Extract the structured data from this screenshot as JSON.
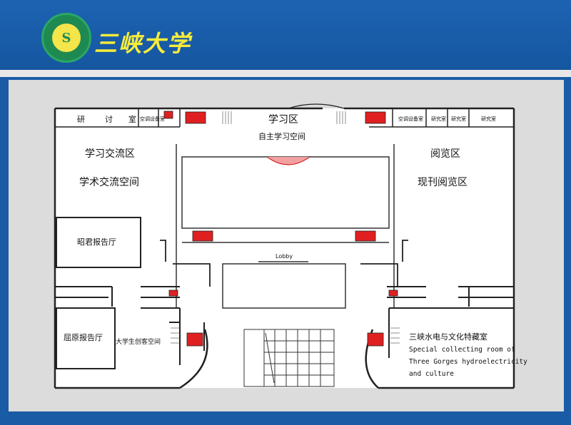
{
  "header": {
    "title": "三峡大学",
    "logo_icon": "university-seal-icon",
    "accent": "#1a5ba6",
    "title_color": "#f7ec3a"
  },
  "floor_plan": {
    "top_rooms": {
      "seminar_1": "研",
      "seminar_2": "讨",
      "seminar_3": "室",
      "equipment_left": "空调设备室",
      "equipment_right": "空调设备室",
      "research_1": "研究室",
      "research_2": "研究室",
      "research_3": "研究室"
    },
    "study": {
      "title": "学习区",
      "subtitle": "自主学习空间"
    },
    "exchange": {
      "title": "学习交流区",
      "subtitle": "学术交流空间"
    },
    "reading": {
      "title": "阅览区",
      "subtitle": "现刊阅览区"
    },
    "hall_zhaojun": "昭君报告厅",
    "hall_quyuan": "屈原报告厅",
    "maker_space": "大学生创客空间",
    "lobby": "Lobby",
    "collection": {
      "title": "三峡水电与文化特藏室",
      "en_line1": "Special collecting room of",
      "en_line2": "Three Gorges hydroelectricity",
      "en_line3": "and culture"
    },
    "colors": {
      "stair_red": "#e02020",
      "wall": "#222222",
      "floor": "#ffffff"
    }
  }
}
